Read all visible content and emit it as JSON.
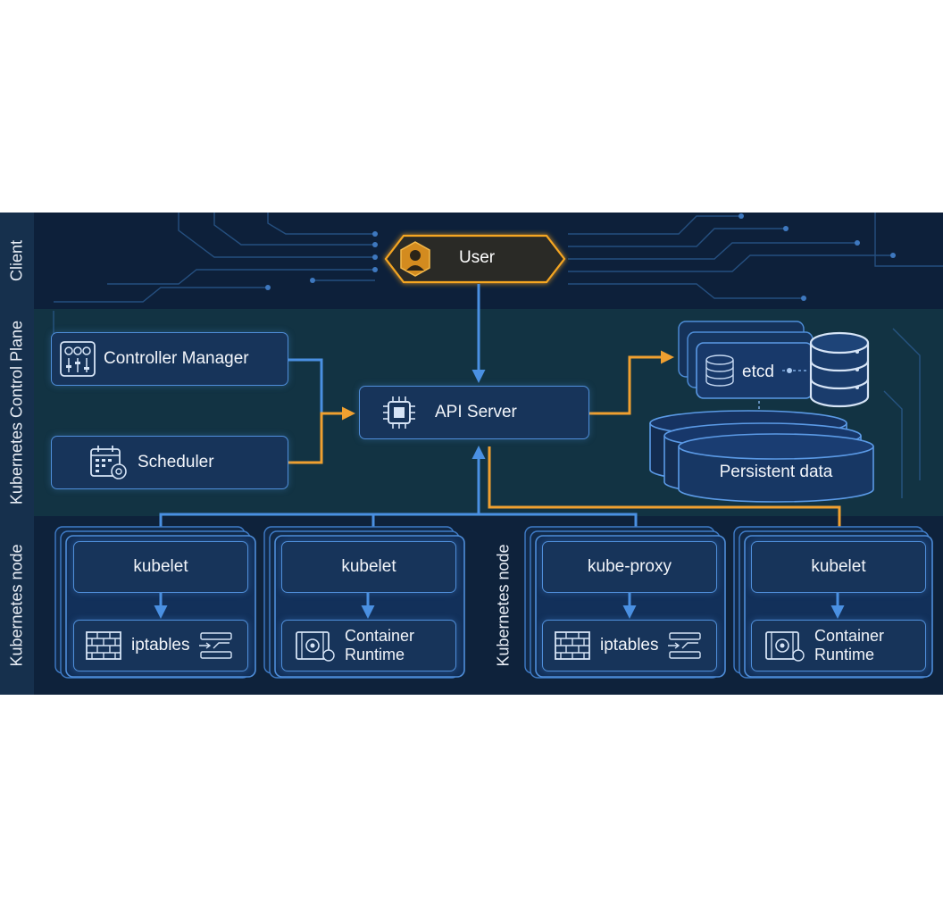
{
  "lanes": {
    "client": "Client",
    "control_plane": "Kubernetes Control Plane",
    "node_left": "Kubernetes node",
    "node_right": "Kubernetes node"
  },
  "client": {
    "user": "User"
  },
  "control_plane": {
    "controller_manager": "Controller Manager",
    "scheduler": "Scheduler",
    "api_server": "API Server",
    "etcd": "etcd",
    "persistent_data": "Persistent data"
  },
  "nodes": {
    "left": {
      "pod1_top": "kubelet",
      "pod1_bottom": "iptables",
      "pod2_top": "kubelet",
      "pod2_bottom_line1": "Container",
      "pod2_bottom_line2": "Runtime"
    },
    "right": {
      "pod1_top": "kube-proxy",
      "pod1_bottom": "iptables",
      "pod2_top": "kubelet",
      "pod2_bottom_line1": "Container",
      "pod2_bottom_line2": "Runtime"
    }
  },
  "colors": {
    "background": "#0c1e35",
    "box_border": "#4f8ed9",
    "box_fill": "#17345a",
    "arrow_blue": "#4a90e2",
    "arrow_orange": "#f0a030",
    "user_border": "#f5a623"
  }
}
